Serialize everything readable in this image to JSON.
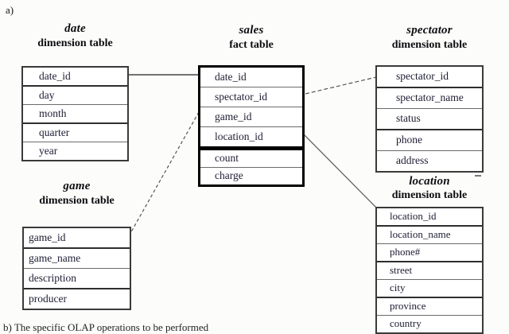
{
  "figure": {
    "label": "a)",
    "caption": "b) The specific OLAP operations to be performed"
  },
  "colors": {
    "text": "#1d1d33",
    "title": "#0d0d12",
    "thin_border": "#6b6b6b",
    "box_border": "#3a3a3a",
    "fact_border": "#000000",
    "relationship_line": "#555555"
  },
  "tables": {
    "date": {
      "title": "date",
      "subtitle": "dimension table",
      "fields": [
        "date_id",
        "day",
        "month",
        "quarter",
        "year"
      ]
    },
    "sales": {
      "title": "sales",
      "subtitle": "fact table",
      "key_fields": [
        "date_id",
        "spectator_id",
        "game_id",
        "location_id"
      ],
      "measures": [
        "count",
        "charge"
      ]
    },
    "spectator": {
      "title": "spectator",
      "subtitle": "dimension table",
      "fields": [
        "spectator_id",
        "spectator_name",
        "status",
        "phone",
        "address"
      ]
    },
    "game": {
      "title": "game",
      "subtitle": "dimension table",
      "fields": [
        "game_id",
        "game_name",
        "description",
        "producer"
      ]
    },
    "location": {
      "title": "location",
      "subtitle": "dimension table",
      "fields": [
        "location_id",
        "location_name",
        "phone#",
        "street",
        "city",
        "province",
        "country"
      ]
    }
  },
  "relationships": [
    {
      "from": "date.date_id",
      "to": "sales.date_id",
      "style": "solid"
    },
    {
      "from": "sales.spectator_id",
      "to": "spectator.spectator_id",
      "style": "dashed"
    },
    {
      "from": "sales.game_id",
      "to": "game.game_id",
      "style": "dashed"
    },
    {
      "from": "sales.location_id",
      "to": "location.location_id",
      "style": "solid"
    }
  ]
}
